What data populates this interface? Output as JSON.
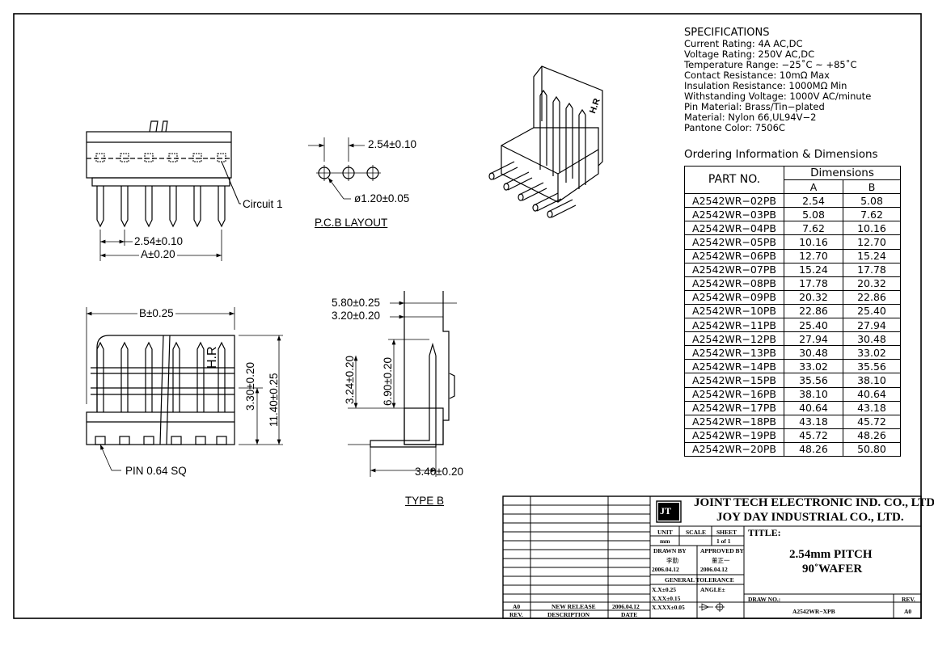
{
  "specifications": {
    "heading": "SPECIFICATIONS",
    "lines": [
      "Current Rating: 4A AC,DC",
      "Voltage Rating: 250V AC,DC",
      "Temperature Range: −25˚C ~ +85˚C",
      "Contact Resistance: 10mΩ Max",
      "Insulation Resistance: 1000MΩ Min",
      "Withstanding Voltage: 1000V AC/minute",
      "Pin Material: Brass/Tin−plated",
      "Material: Nylon 66,UL94V−2",
      "Pantone Color: 7506C"
    ]
  },
  "ordering": {
    "heading": "Ordering Information & Dimensions",
    "part_header": "PART NO.",
    "dim_header": "Dimensions",
    "col_a": "A",
    "col_b": "B",
    "rows": [
      [
        "A2542WR−02PB",
        "2.54",
        "5.08"
      ],
      [
        "A2542WR−03PB",
        "5.08",
        "7.62"
      ],
      [
        "A2542WR−04PB",
        "7.62",
        "10.16"
      ],
      [
        "A2542WR−05PB",
        "10.16",
        "12.70"
      ],
      [
        "A2542WR−06PB",
        "12.70",
        "15.24"
      ],
      [
        "A2542WR−07PB",
        "15.24",
        "17.78"
      ],
      [
        "A2542WR−08PB",
        "17.78",
        "20.32"
      ],
      [
        "A2542WR−09PB",
        "20.32",
        "22.86"
      ],
      [
        "A2542WR−10PB",
        "22.86",
        "25.40"
      ],
      [
        "A2542WR−11PB",
        "25.40",
        "27.94"
      ],
      [
        "A2542WR−12PB",
        "27.94",
        "30.48"
      ],
      [
        "A2542WR−13PB",
        "30.48",
        "33.02"
      ],
      [
        "A2542WR−14PB",
        "33.02",
        "35.56"
      ],
      [
        "A2542WR−15PB",
        "35.56",
        "38.10"
      ],
      [
        "A2542WR−16PB",
        "38.10",
        "40.64"
      ],
      [
        "A2542WR−17PB",
        "40.64",
        "43.18"
      ],
      [
        "A2542WR−18PB",
        "43.18",
        "45.72"
      ],
      [
        "A2542WR−19PB",
        "45.72",
        "48.26"
      ],
      [
        "A2542WR−20PB",
        "48.26",
        "50.80"
      ]
    ]
  },
  "drawing": {
    "pitch_top": "2.54±0.10",
    "hole_dia": "ø1.20±0.05",
    "pcb_label": "P.C.B LAYOUT",
    "circuit": "Circuit 1",
    "pitch_front": "2.54±0.10",
    "a_dim": "A±0.20",
    "b_dim": "B±0.25",
    "h_330": "3.30±0.20",
    "h_1140": "11.40±0.25",
    "pin_sq": "PIN 0.64 SQ",
    "side_580": "5.80±0.25",
    "side_320": "3.20±0.20",
    "side_324": "3.24±0.20",
    "side_690": "6.90±0.20",
    "side_340": "3.40±0.20",
    "type_label": "TYPE B",
    "marking": "H.R"
  },
  "title_block": {
    "company1": "JOINT TECH ELECTRONIC IND. CO., LTD.",
    "company2": "JOY DAY INDUSTRIAL CO., LTD.",
    "logo": "JT",
    "unit_label": "UNIT",
    "unit_value": "mm",
    "scale_label": "SCALE",
    "sheet_label": "SHEET",
    "sheet_value": "1 of 1",
    "drawn_by_label": "DRAWN BY",
    "drawn_by": "李勤",
    "drawn_date": "2006.04.12",
    "approved_label": "APPROVED BY",
    "approved_by": "董正一",
    "approved_date": "2006.04.12",
    "tolerance_label": "GENERAL TOLERANCE",
    "tol1": "X.X±0.25",
    "tol2": "X.XX±0.15",
    "tol3": "X.XXX±0.05",
    "angle_label": "ANGLE±",
    "title_label": "TITLE:",
    "title1": "2.54mm PITCH",
    "title2": "90˚WAFER",
    "draw_no_label": "DRAW NO.:",
    "draw_no": "A2542WR−XPB",
    "rev_label": "REV.",
    "rev_value": "A0",
    "rev_row_rev": "A0",
    "rev_row_desc": "NEW RELEASE",
    "rev_row_date": "2006.04.12",
    "hdr_rev": "REV.",
    "hdr_desc": "DESCRIPTION",
    "hdr_date": "DATE"
  }
}
